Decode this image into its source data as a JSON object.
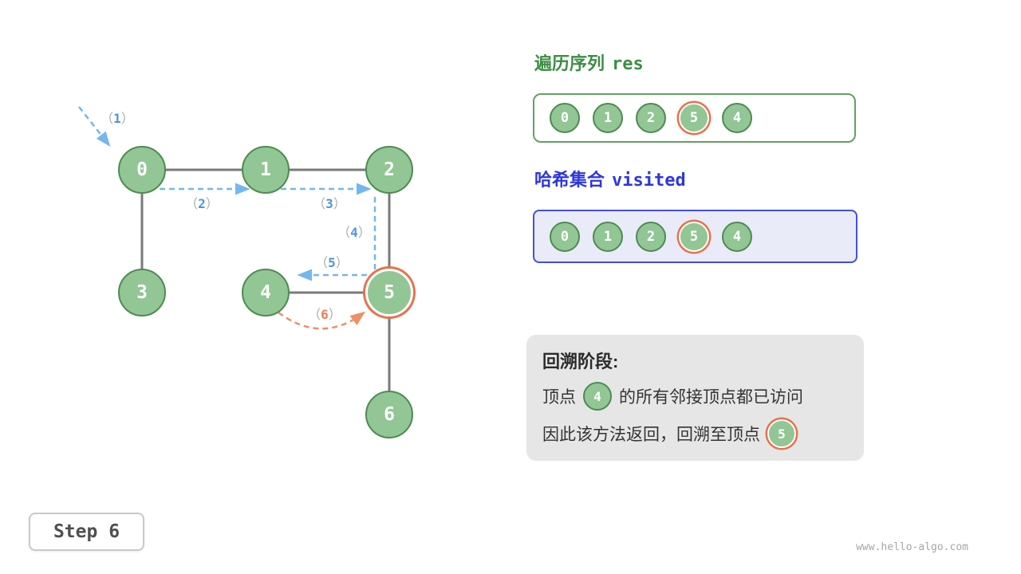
{
  "graph": {
    "nodes": [
      "0",
      "1",
      "2",
      "3",
      "4",
      "5",
      "6"
    ],
    "highlighted_node": "5",
    "arrow_labels": [
      {
        "open": "（",
        "num": "1",
        "close": "）"
      },
      {
        "open": "（",
        "num": "2",
        "close": "）"
      },
      {
        "open": "（",
        "num": "3",
        "close": "）"
      },
      {
        "open": "（",
        "num": "4",
        "close": "）"
      },
      {
        "open": "（",
        "num": "5",
        "close": "）"
      },
      {
        "open": "（",
        "num": "6",
        "close": "）"
      }
    ]
  },
  "res_panel": {
    "title_cjk": "遍历序列",
    "title_code": "res",
    "items": [
      "0",
      "1",
      "2",
      "5",
      "4"
    ],
    "highlight_index": 3
  },
  "visited_panel": {
    "title_cjk": "哈希集合",
    "title_code": "visited",
    "items": [
      "0",
      "1",
      "2",
      "5",
      "4"
    ],
    "highlight_index": 3
  },
  "backtrack_box": {
    "title": "回溯阶段:",
    "line1_prefix": "顶点",
    "line1_node": "4",
    "line1_suffix": "的所有邻接顶点都已访问",
    "line2_prefix": "因此该方法返回，回溯至顶点",
    "line2_node": "5"
  },
  "step_label": "Step 6",
  "watermark": "www.hello-algo.com",
  "colors": {
    "node_fill": "#92c695",
    "node_border": "#4e8b52",
    "highlight_ring": "#e8714c",
    "edge_gray": "#7a7a7a",
    "arrow_blue": "#74b7ee",
    "arrow_orange": "#ef8f66",
    "res_title_green": "#3c8e44",
    "visited_title_blue": "#2d37dc",
    "visited_box_bg": "#e9ebf9",
    "note_bg": "#e6e6e6"
  }
}
